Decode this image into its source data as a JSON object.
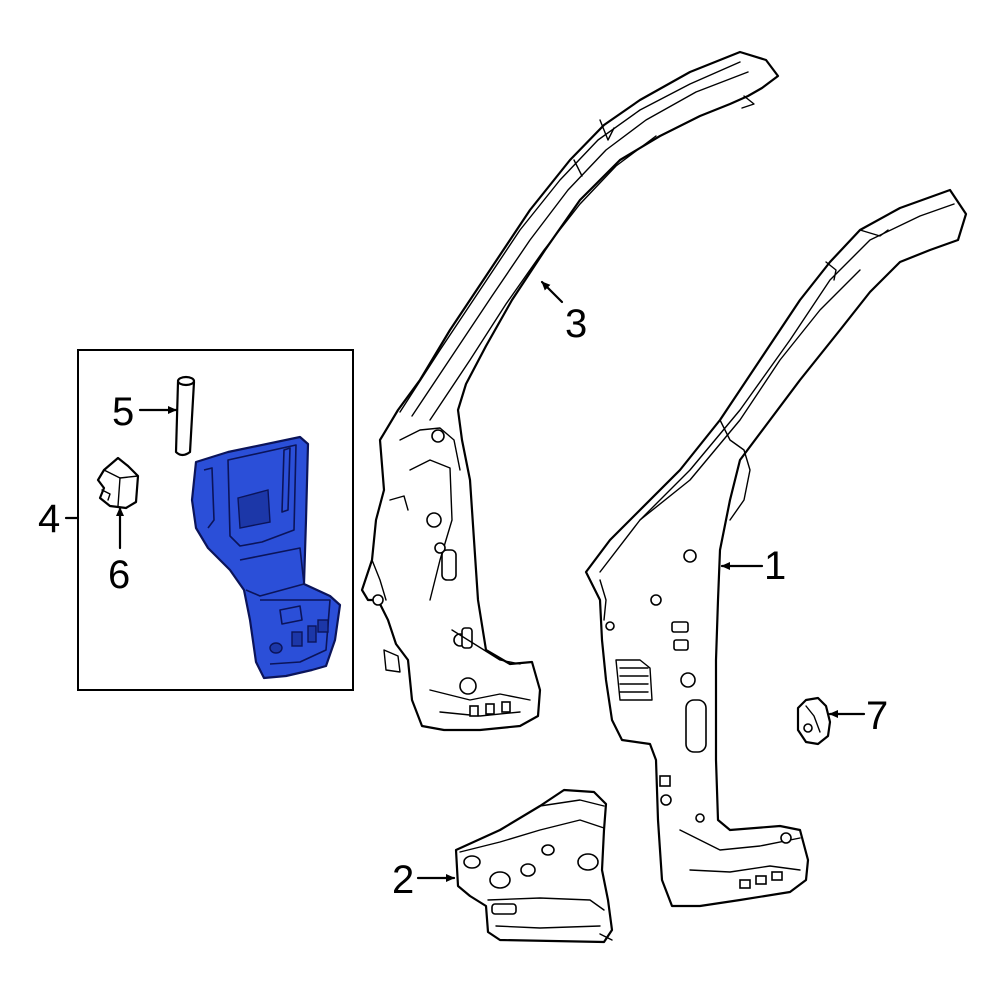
{
  "colors": {
    "highlight": "#2b4fd8",
    "line": "#000000",
    "background": "#ffffff"
  },
  "callouts": {
    "c1": "1",
    "c2": "2",
    "c3": "3",
    "c4": "4",
    "c5": "5",
    "c6": "6",
    "c7": "7"
  }
}
